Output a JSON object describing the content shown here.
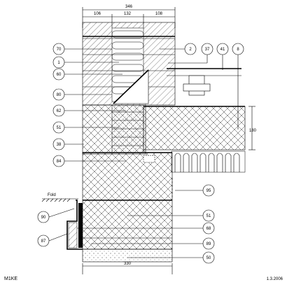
{
  "drawing": {
    "code": "M1KE",
    "date": "1.3.2006",
    "ground_label": "Fold"
  },
  "dimensions": {
    "overall_width": "346",
    "left_width": "106",
    "middle_width": "132",
    "right_width": "108",
    "foundation_width": "330",
    "slab_height": "180"
  },
  "callouts": {
    "c70": "70",
    "c1": "1",
    "c60": "60",
    "c80": "80",
    "c62": "62",
    "c51a": "51",
    "c38": "38",
    "c84": "84",
    "c2": "2",
    "c37": "37",
    "c41": "41",
    "c8": "8",
    "c95": "95",
    "c51b": "51",
    "c68": "68",
    "c89": "89",
    "c90": "90",
    "c50": "50",
    "c87": "87"
  }
}
